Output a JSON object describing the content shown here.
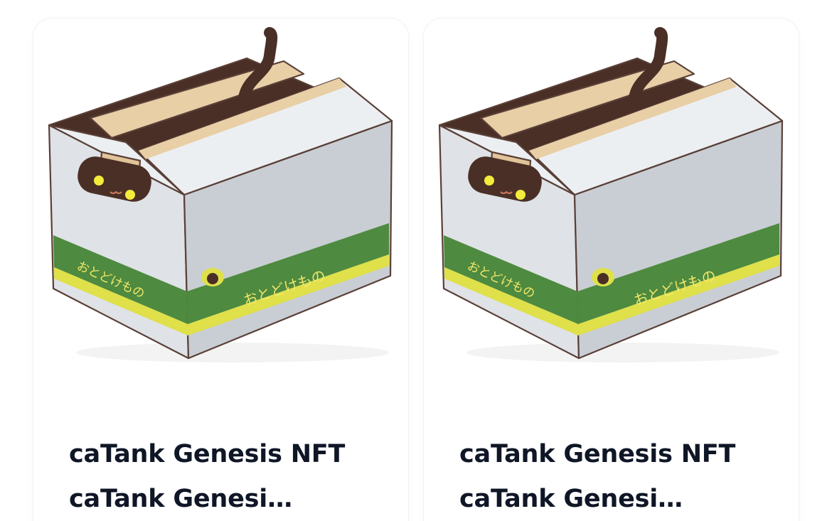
{
  "nft_grid": {
    "items": [
      {
        "title_line1": "caTank Genesis NFT",
        "title_line2": "caTank Genesi…",
        "art_icon": "cardboard-box-cat-icon",
        "box_label": "おとどけもの"
      },
      {
        "title_line1": "caTank Genesis NFT",
        "title_line2": "caTank Genesi…",
        "art_icon": "cardboard-box-cat-icon",
        "box_label": "おとどけもの"
      }
    ]
  },
  "colors": {
    "title_text": "#0f1626",
    "box_side": "#dfe2e6",
    "box_top": "#eceff2",
    "box_flap": "#e8cfa6",
    "box_inside": "#4a2f26",
    "band_green": "#4e8a3f",
    "band_yellow": "#dfe04a",
    "cat_eye": "#f4ec3a"
  }
}
